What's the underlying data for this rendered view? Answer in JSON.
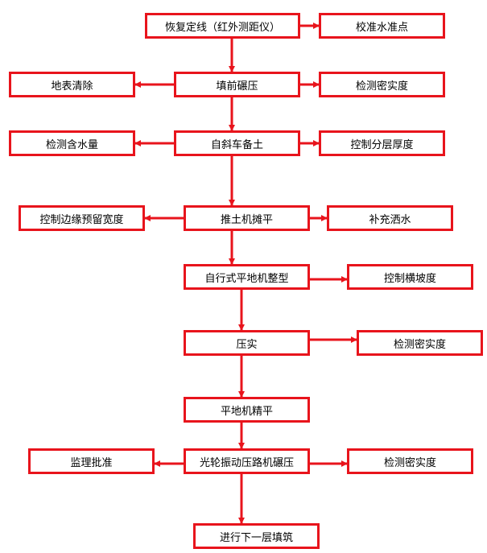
{
  "colors": {
    "border": "#e8141c",
    "arrow": "#e8141c",
    "text": "#000000",
    "background": "#ffffff"
  },
  "nodes": {
    "restore_centerline": "恢复定线（红外测距仪）",
    "calibrate_benchmark": "校准水准点",
    "clear_surface": "地表清除",
    "compact_before_fill": "填前碾压",
    "check_density_1": "检测密实度",
    "check_moisture": "检测含水量",
    "dump_truck_soil": "自斜车备土",
    "control_layer_thickness": "控制分层厚度",
    "control_edge_width": "控制边缘预留宽度",
    "bulldozer_spread": "推土机摊平",
    "add_water": "补充洒水",
    "grader_shaping": "自行式平地机整型",
    "control_cross_slope": "控制横坡度",
    "compaction": "压实",
    "check_density_2": "检测密实度",
    "grader_fine_leveling": "平地机精平",
    "supervisor_approval": "监理批准",
    "vibratory_roller": "光轮振动压路机碾压",
    "check_density_3": "检测密实度",
    "next_layer": "进行下一层填筑"
  }
}
